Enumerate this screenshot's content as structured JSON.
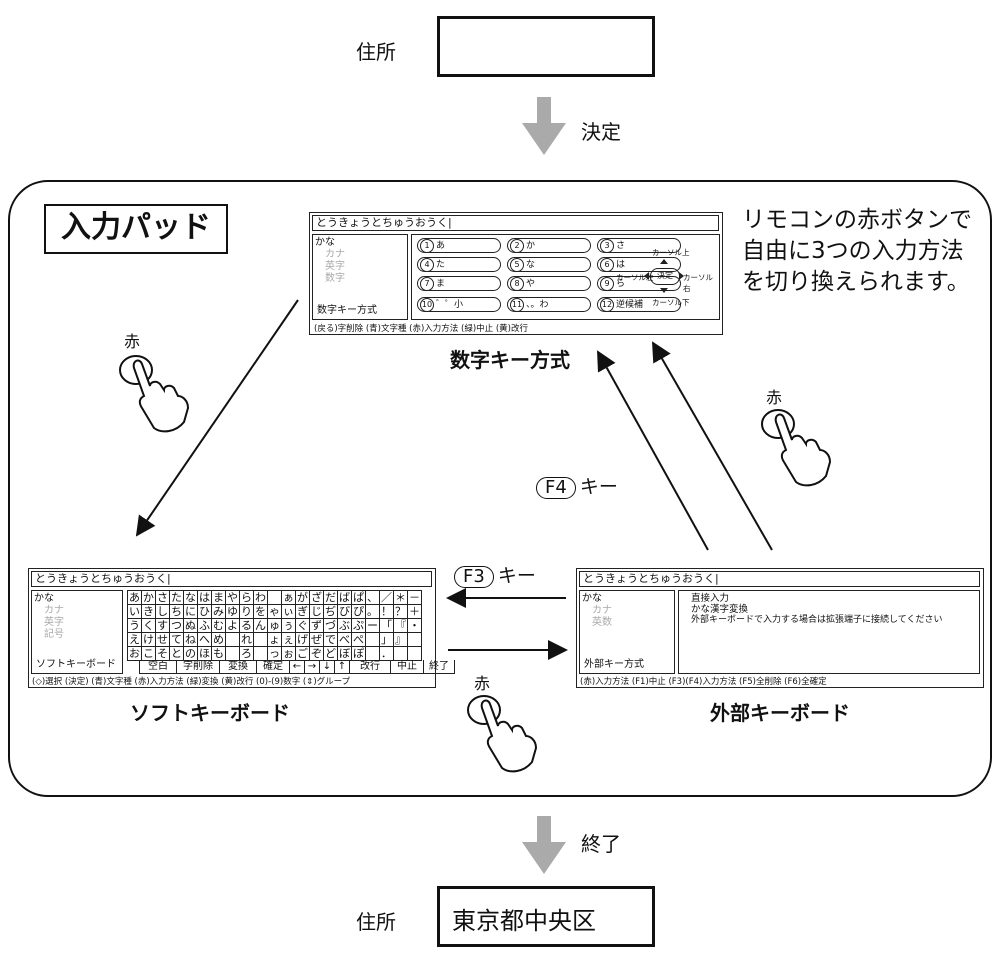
{
  "top": {
    "label": "住所",
    "value": "",
    "arrow_label": "決定"
  },
  "bottom": {
    "label": "住所",
    "value": "東京都中央区",
    "arrow_label": "終了"
  },
  "pad": {
    "title": "入力パッド",
    "note": [
      "リモコンの赤ボタンで",
      "自由に3つの入力方法",
      "を切り換えられます。"
    ]
  },
  "input_text": "とうきょうとちゅうおうく|",
  "numeric": {
    "caption": "数字キー方式",
    "modes": [
      {
        "label": "かな",
        "active": true
      },
      {
        "label": "カナ",
        "active": false
      },
      {
        "label": "英字",
        "active": false
      },
      {
        "label": "数字",
        "active": false
      }
    ],
    "mode_name": "数字キー方式",
    "keys": [
      {
        "n": "1",
        "t": "あ"
      },
      {
        "n": "2",
        "t": "か"
      },
      {
        "n": "3",
        "t": "さ"
      },
      {
        "n": "4",
        "t": "た"
      },
      {
        "n": "5",
        "t": "な"
      },
      {
        "n": "6",
        "t": "は"
      },
      {
        "n": "7",
        "t": "ま"
      },
      {
        "n": "8",
        "t": "や"
      },
      {
        "n": "9",
        "t": "ら"
      },
      {
        "n": "10",
        "t": "゛゜小"
      },
      {
        "n": "11",
        "t": "、。わ"
      },
      {
        "n": "12",
        "t": "逆候補"
      }
    ],
    "cursor": {
      "up": "カーソル上",
      "left": "カーソル左",
      "center": "決定",
      "right": "カーソル右",
      "down": "カーソル下"
    },
    "footer": "(戻る)字削除 (青)文字種 (赤)入力方法 (緑)中止 (黄)改行"
  },
  "soft": {
    "caption": "ソフトキーボード",
    "modes": [
      {
        "label": "かな",
        "active": true
      },
      {
        "label": "カナ",
        "active": false
      },
      {
        "label": "英字",
        "active": false
      },
      {
        "label": "記号",
        "active": false
      }
    ],
    "mode_name": "ソフトキーボード",
    "rows": [
      [
        "あ",
        "か",
        "さ",
        "た",
        "な",
        "は",
        "ま",
        "や",
        "ら",
        "わ",
        "",
        "ぁ",
        "が",
        "ざ",
        "だ",
        "ば",
        "ぱ",
        "、",
        "／",
        "＊",
        "－"
      ],
      [
        "い",
        "き",
        "し",
        "ち",
        "に",
        "ひ",
        "み",
        "ゆ",
        "り",
        "を",
        "ゃ",
        "ぃ",
        "ぎ",
        "じ",
        "ぢ",
        "び",
        "ぴ",
        "。",
        "！",
        "？",
        "＋"
      ],
      [
        "う",
        "く",
        "す",
        "つ",
        "ぬ",
        "ふ",
        "む",
        "よ",
        "る",
        "ん",
        "ゅ",
        "ぅ",
        "ぐ",
        "ず",
        "づ",
        "ぶ",
        "ぷ",
        "ー",
        "「",
        "『",
        "・"
      ],
      [
        "え",
        "け",
        "せ",
        "て",
        "ね",
        "へ",
        "め",
        "",
        "れ",
        "",
        "ょ",
        "ぇ",
        "げ",
        "ぜ",
        "で",
        "べ",
        "ぺ",
        "",
        "」",
        "』",
        ""
      ],
      [
        "お",
        "こ",
        "そ",
        "と",
        "の",
        "ほ",
        "も",
        "",
        "ろ",
        "",
        "っ",
        "ぉ",
        "ご",
        "ぞ",
        "ど",
        "ぼ",
        "ぽ",
        "",
        "．",
        "",
        ""
      ]
    ],
    "func_keys": [
      "空白",
      "字削除",
      "変換",
      "確定",
      "←",
      "→",
      "↓",
      "↑",
      "改行",
      "中止",
      "終了"
    ],
    "footer": "(◇)選択 (決定) (青)文字種 (赤)入力方法 (緑)変換 (黄)改行 (0)-(9)数字 (⇕)グループ"
  },
  "external": {
    "caption": "外部キーボード",
    "modes": [
      {
        "label": "かな",
        "active": true
      },
      {
        "label": "カナ",
        "active": false
      },
      {
        "label": "英数",
        "active": false
      }
    ],
    "mode_name": "外部キー方式",
    "lines": [
      "直接入力",
      "かな漢字変換",
      "外部キーボードで入力する場合は拡張端子に接続してください"
    ],
    "footer": "(赤)入力方法 (F1)中止 (F3)(F4)入力方法 (F5)全削除 (F6)全確定"
  },
  "transitions": {
    "red": "赤",
    "f4": {
      "key": "F4",
      "text": "キー"
    },
    "f3": {
      "key": "F3",
      "text": "キー"
    }
  }
}
